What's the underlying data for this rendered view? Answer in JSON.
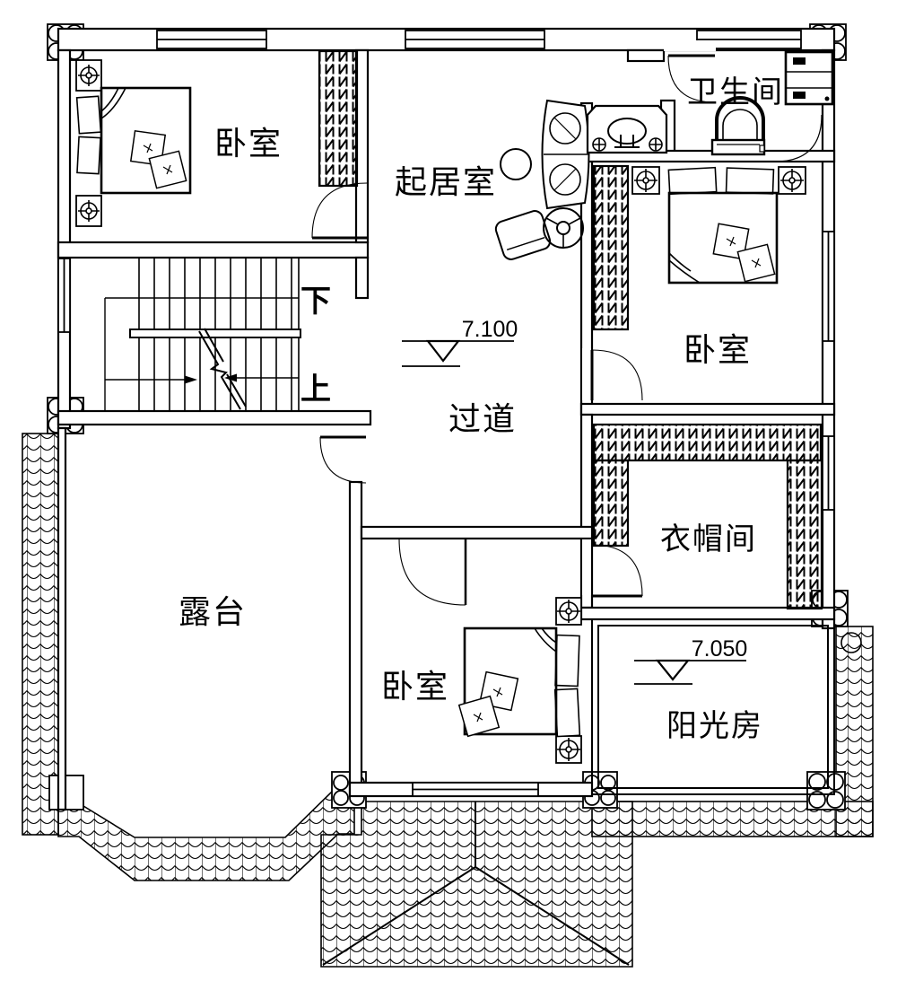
{
  "plan": {
    "title": "second-floor-plan",
    "rooms": {
      "bedroom_top_left": {
        "label": "卧室"
      },
      "living_room": {
        "label": "起居室"
      },
      "bathroom": {
        "label": "卫生间"
      },
      "bedroom_right": {
        "label": "卧室"
      },
      "closet": {
        "label": "衣帽间"
      },
      "hallway": {
        "label": "过道"
      },
      "terrace": {
        "label": "露台"
      },
      "bedroom_bottom": {
        "label": "卧室"
      },
      "sunroom": {
        "label": "阳光房"
      }
    },
    "stairs": {
      "down_label": "下",
      "up_label": "上"
    },
    "elevations": {
      "hallway": "7.100",
      "sunroom": "7.050"
    },
    "colors": {
      "line": "#000000",
      "background": "#ffffff"
    }
  }
}
